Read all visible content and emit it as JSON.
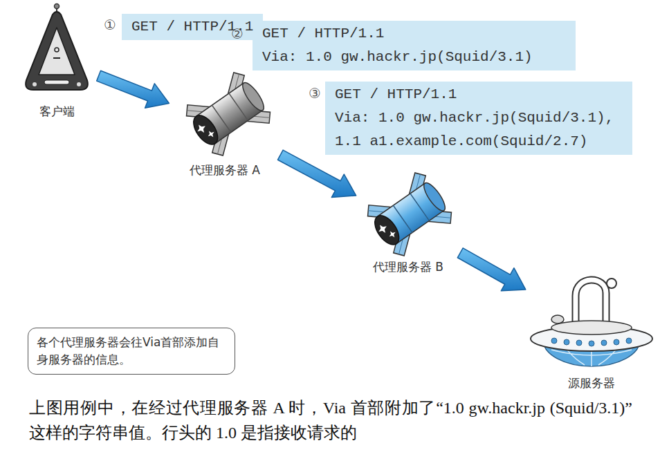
{
  "diagram": {
    "nodes": [
      {
        "text": [
          "客户端"
        ]
      },
      {
        "text": [
          "GET / HTTP/1.1"
        ]
      },
      {
        "text": [
          "GET / HTTP/1.1",
          "Via: 1.0 gw.hackr.jp(Squid/3.1)"
        ]
      },
      {
        "text": [
          "代理服务器 A"
        ]
      },
      {
        "text": [
          "GET / HTTP/1.1",
          "Via: 1.0 gw.hackr.jp(Squid/3.1), 1.1 a1.example.com(Squid/2.7)"
        ]
      },
      {
        "text": [
          "代理服务器 B"
        ]
      },
      {
        "text": [
          "各个代理服务器会往Via首部添加自身服务器的信息。"
        ]
      },
      {
        "text": [
          "源服务器"
        ]
      }
    ],
    "edges": [
      {
        "from": 0,
        "to": 3,
        "arrow": "to"
      },
      {
        "from": 3,
        "to": 5,
        "arrow": "to"
      },
      {
        "from": 5,
        "to": 7,
        "arrow": "to"
      }
    ],
    "labels": [
      "①",
      "②",
      "③",
      "上图用例中，在经过代理服务器 A 时，Via 首部附加了“1.0 gw.hackr.jp (Squid/3.1)”这样的字符串值。行头的 1.0 是指接收请求的"
    ]
  }
}
